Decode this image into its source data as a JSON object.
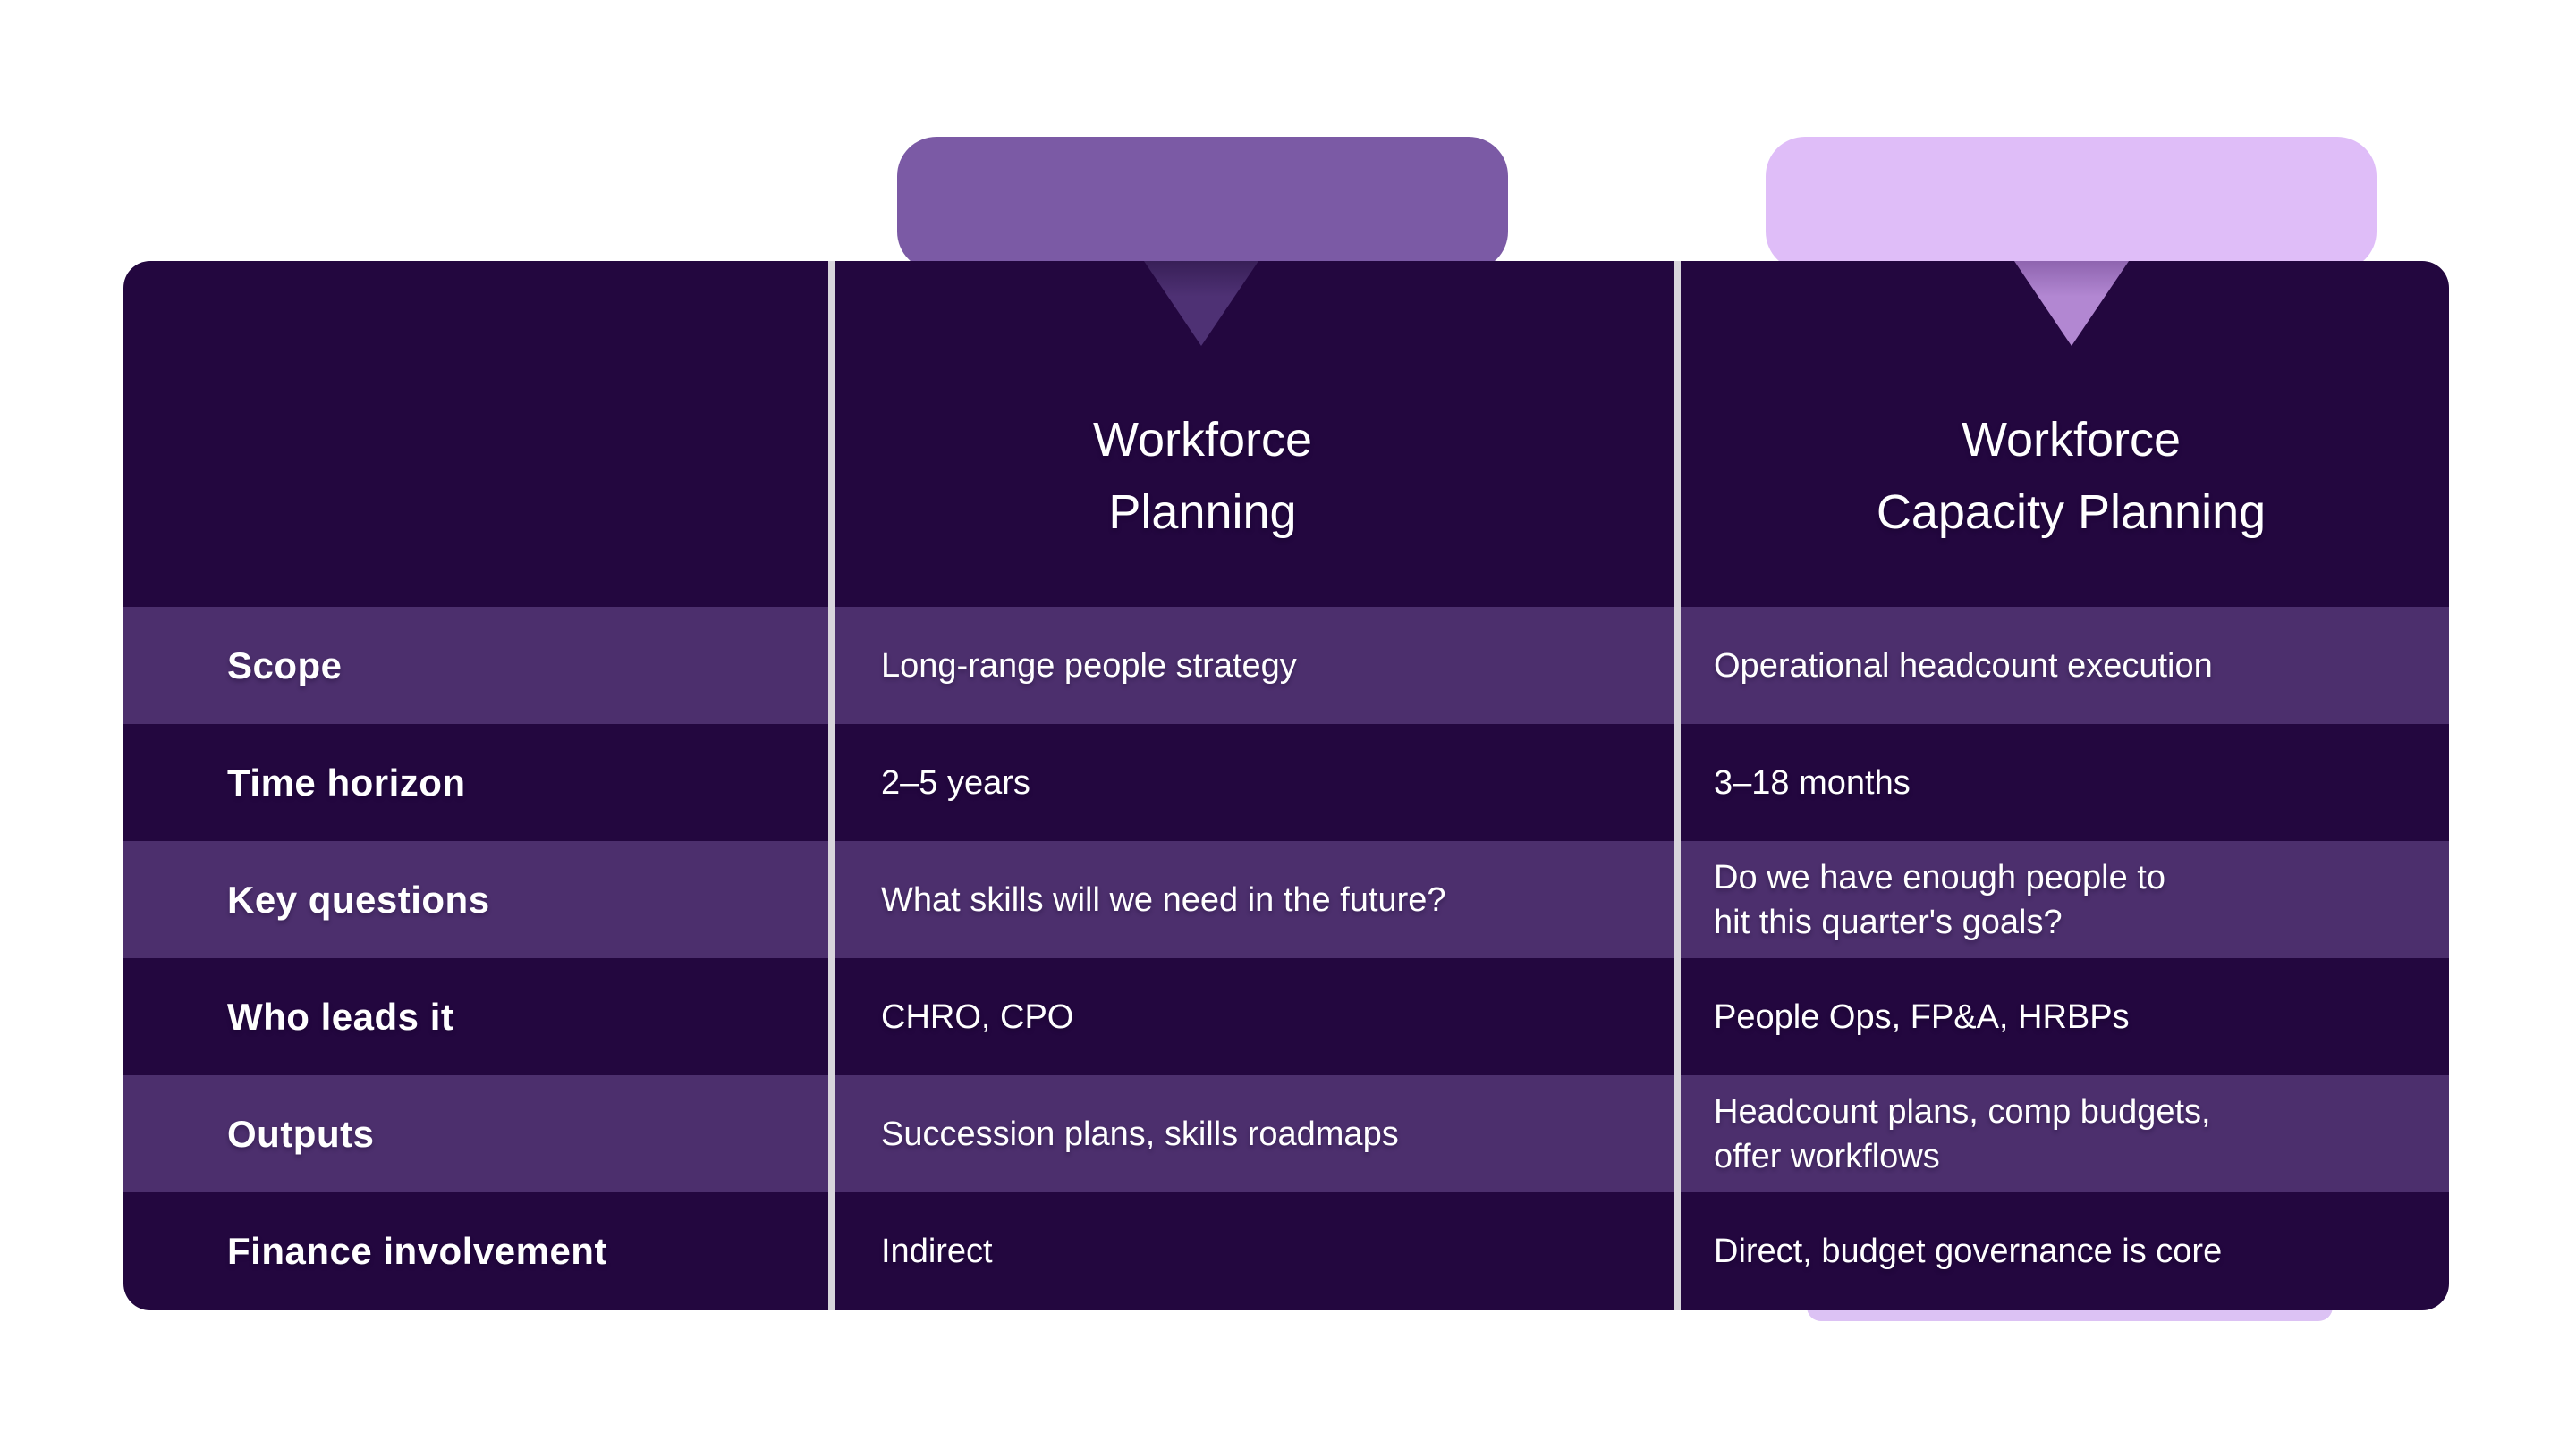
{
  "columns": {
    "workforce_planning": {
      "title": "Workforce\nPlanning"
    },
    "workforce_capacity_planning": {
      "title": "Workforce\nCapacity Planning"
    }
  },
  "table": {
    "rows": [
      {
        "label": "Scope",
        "workforce_planning": "Long-range people strategy",
        "workforce_capacity_planning": "Operational headcount execution"
      },
      {
        "label": "Time horizon",
        "workforce_planning": "2–5 years",
        "workforce_capacity_planning": "3–18 months"
      },
      {
        "label": "Key questions",
        "workforce_planning": "What skills will we need in the future?",
        "workforce_capacity_planning": "Do we have enough people to\nhit this quarter's goals?"
      },
      {
        "label": "Who leads it",
        "workforce_planning": "CHRO, CPO",
        "workforce_capacity_planning": "People Ops, FP&A, HRBPs"
      },
      {
        "label": "Outputs",
        "workforce_planning": "Succession plans, skills roadmaps",
        "workforce_capacity_planning": "Headcount plans, comp budgets,\noffer workflows"
      },
      {
        "label": "Finance involvement",
        "workforce_planning": "Indirect",
        "workforce_capacity_planning": "Direct, budget governance is core"
      }
    ]
  },
  "colors": {
    "table_background": "#23073F",
    "row_band": "#4C2F6D",
    "divider": "#D8D5DC",
    "tab_workforce_planning": "#7B5AA5",
    "tab_workforce_capacity_planning": "#DFBDF8",
    "triangle_workforce_planning": "#4E3174",
    "triangle_workforce_capacity_planning": "#B287D2",
    "text": "#FFFFFF",
    "page_background": "#FFFFFF"
  }
}
